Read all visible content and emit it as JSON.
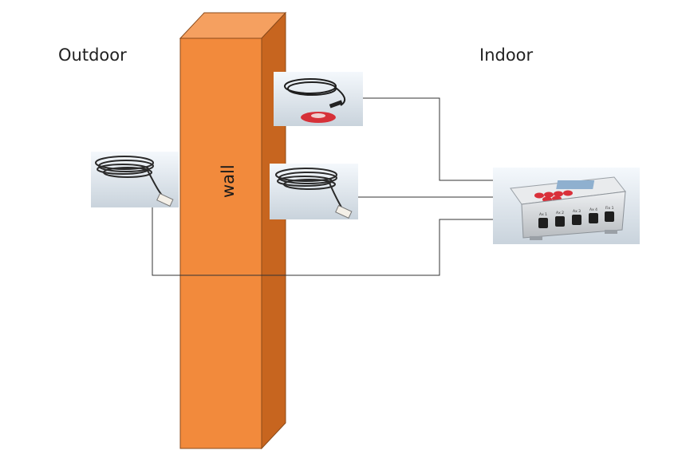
{
  "labels": {
    "outdoor": "Outdoor",
    "indoor": "Indoor",
    "wall": "wall"
  },
  "device": {
    "ports": [
      "Ax 1",
      "Ax 2",
      "Ax 3",
      "Ax 4",
      "Fix 1"
    ]
  },
  "colors": {
    "wall_front": "#F28A3C",
    "wall_side": "#C7651F",
    "wall_top": "#F5A060",
    "wall_edge": "#8A4A1A",
    "wire": "#333333",
    "photo_bg": "#E6EEF6",
    "device_body": "#D8DADC",
    "button_red": "#D9303A",
    "sensor_disc": "#D63038"
  }
}
